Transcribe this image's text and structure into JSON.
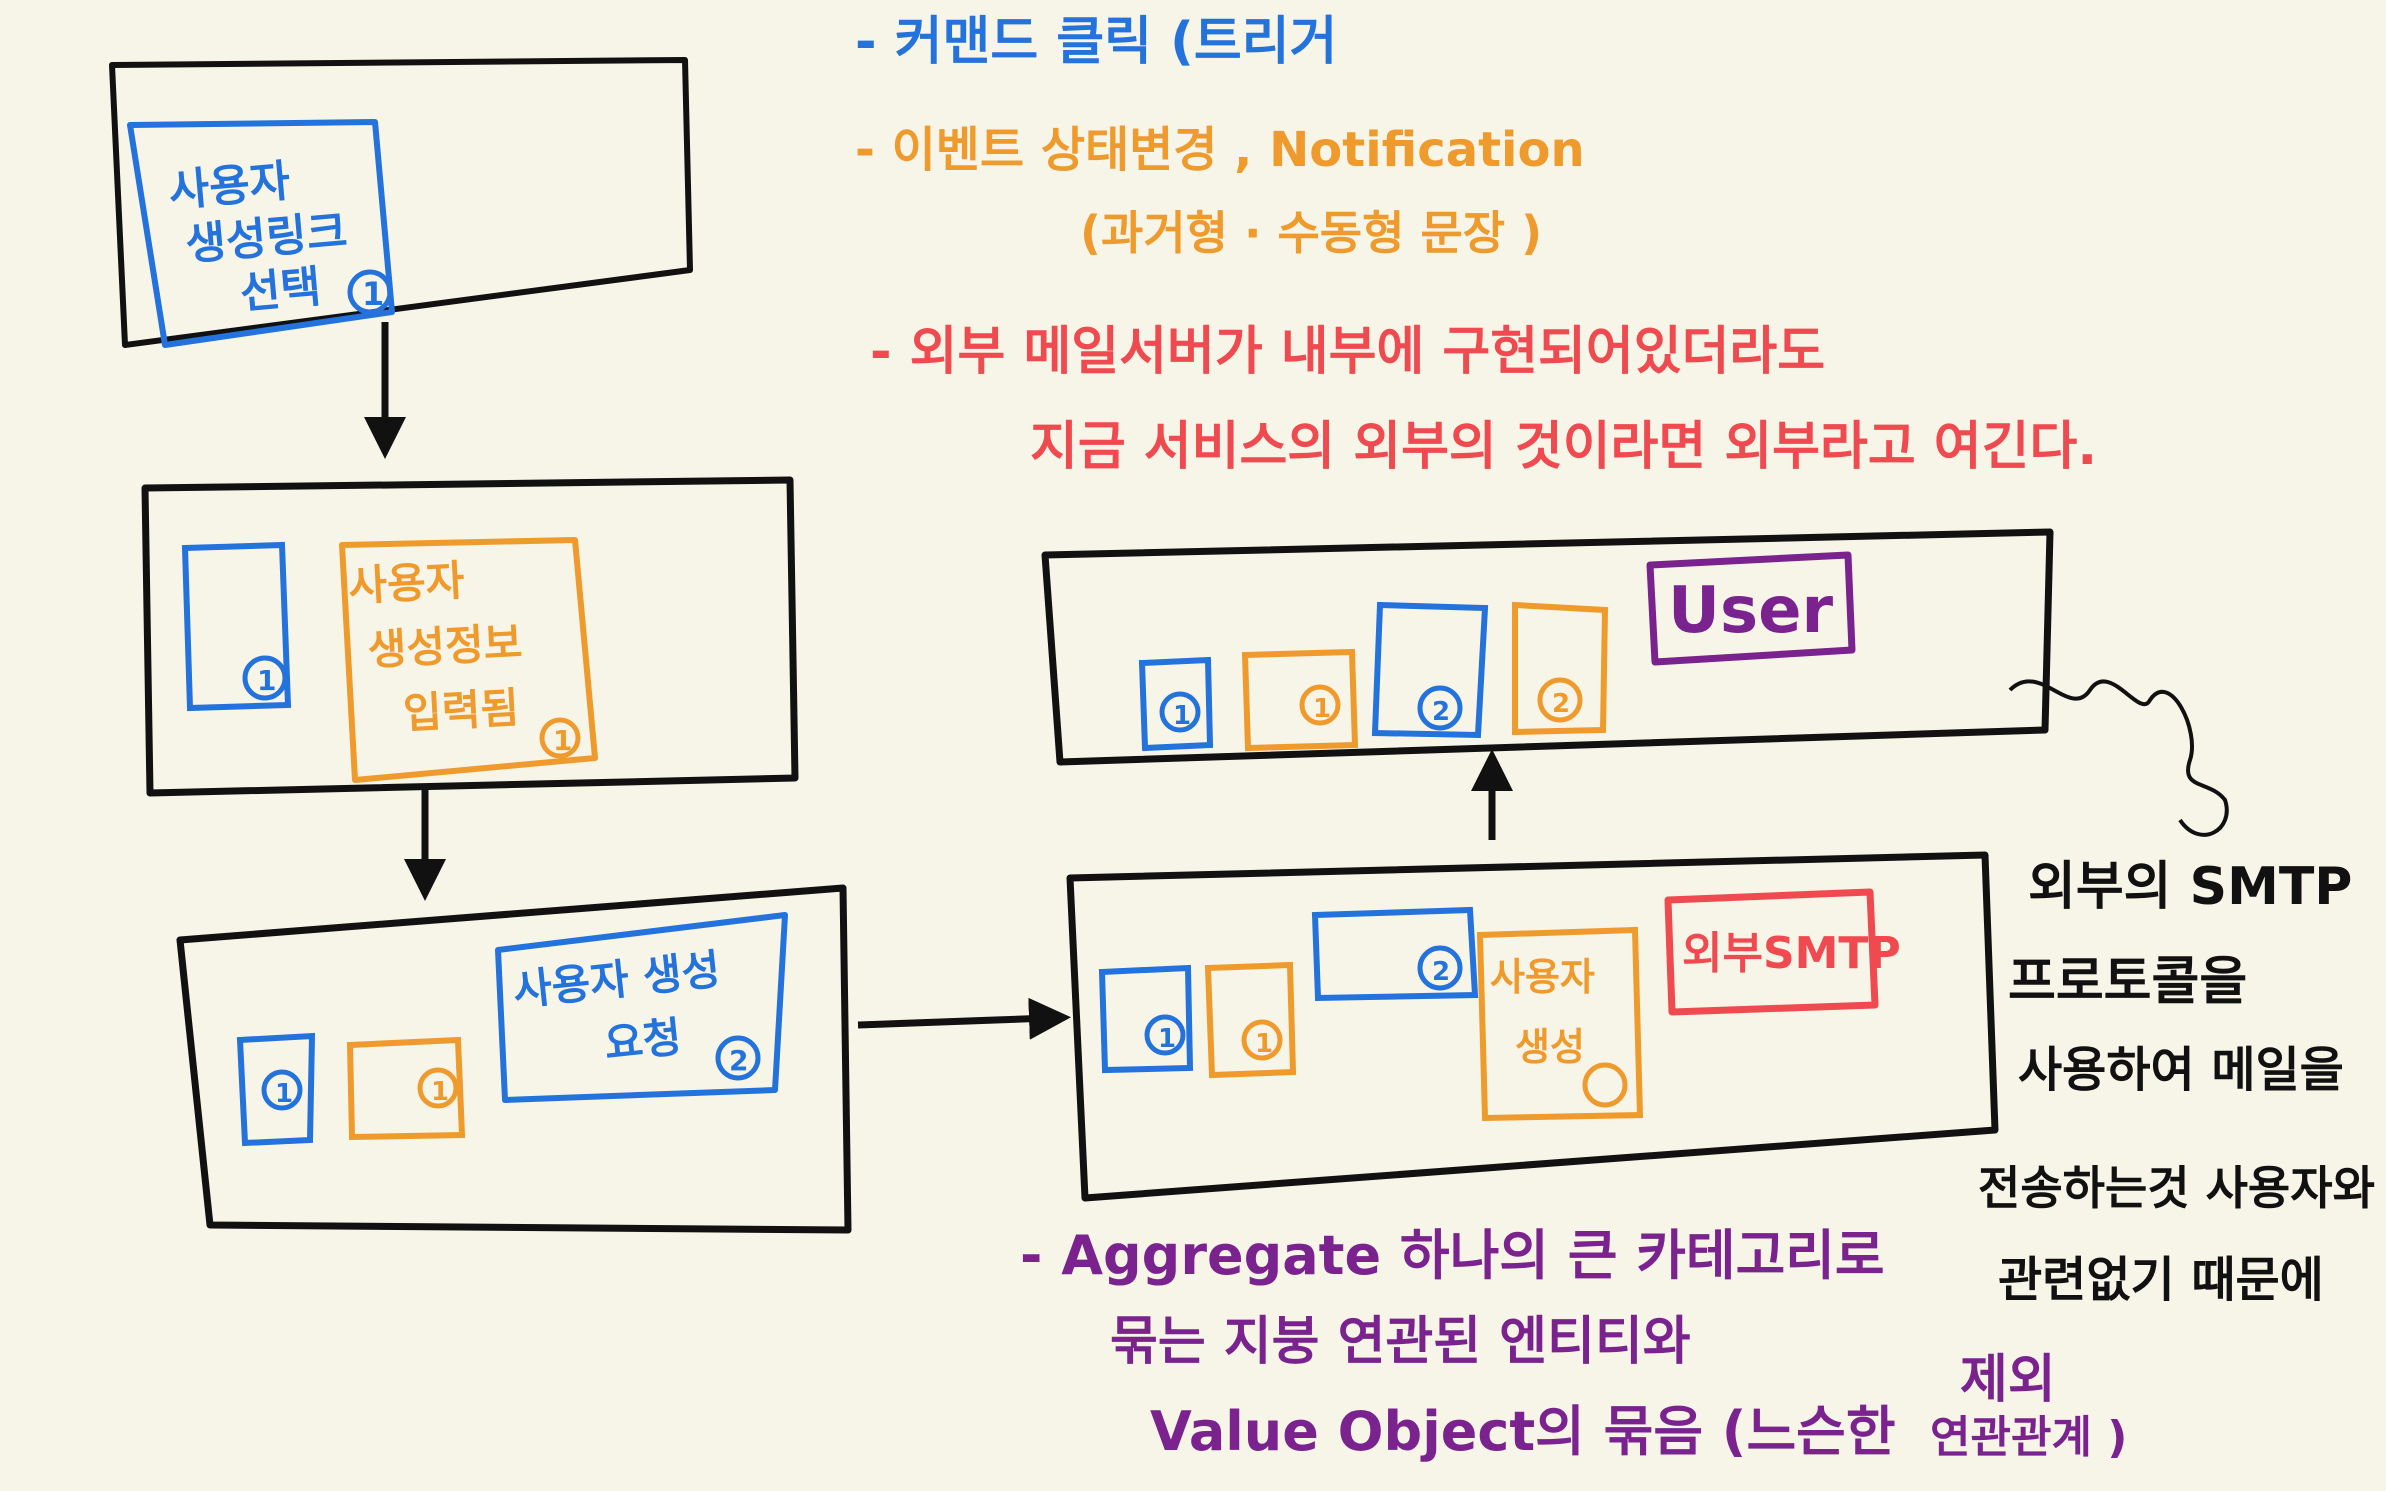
{
  "colors": {
    "command": "#2472db",
    "event": "#ef9a2c",
    "external": "#ee4a50",
    "aggregate": "#7a238f",
    "ink": "#111111",
    "paper": "#f7f5e8"
  },
  "legend": {
    "command": "- 커맨드 클릭 (트리거",
    "event_line1": "- 이벤트  상태변경 , Notification",
    "event_line2": "(과거형 · 수동형 문장 )",
    "external_line1": "- 외부 메일서버가 내부에 구현되어있더라도",
    "external_line2": "지금 서비스의 외부의 것이라면 외부라고 여긴다.",
    "aggregate_line1": "- Aggregate 하나의 큰 카테고리로",
    "aggregate_line2": "묶는 지붕 연관된 엔티티와",
    "aggregate_line3": "Value Object의 묶음 (느슨한",
    "aggregate_extra1": "제외",
    "aggregate_extra2": "연관관계 )"
  },
  "stickies": {
    "select_signup_link": "사용자\n생성링크\n선택",
    "signup_info_entered": "사용자\n생성정보\n입력됨",
    "create_user_request": "사용자 생성\n요청",
    "user_created": "사용자\n생성",
    "external_smtp": "외부SMTP",
    "user_aggregate": "User"
  },
  "badges": {
    "one": "1",
    "two": "2"
  },
  "side_note": {
    "line1": "외부의 SMTP",
    "line2": "프로토콜을",
    "line3": "사용하여 메일을",
    "line4": "전송하는것 사용자와",
    "line5": "관련없기 때문에"
  }
}
